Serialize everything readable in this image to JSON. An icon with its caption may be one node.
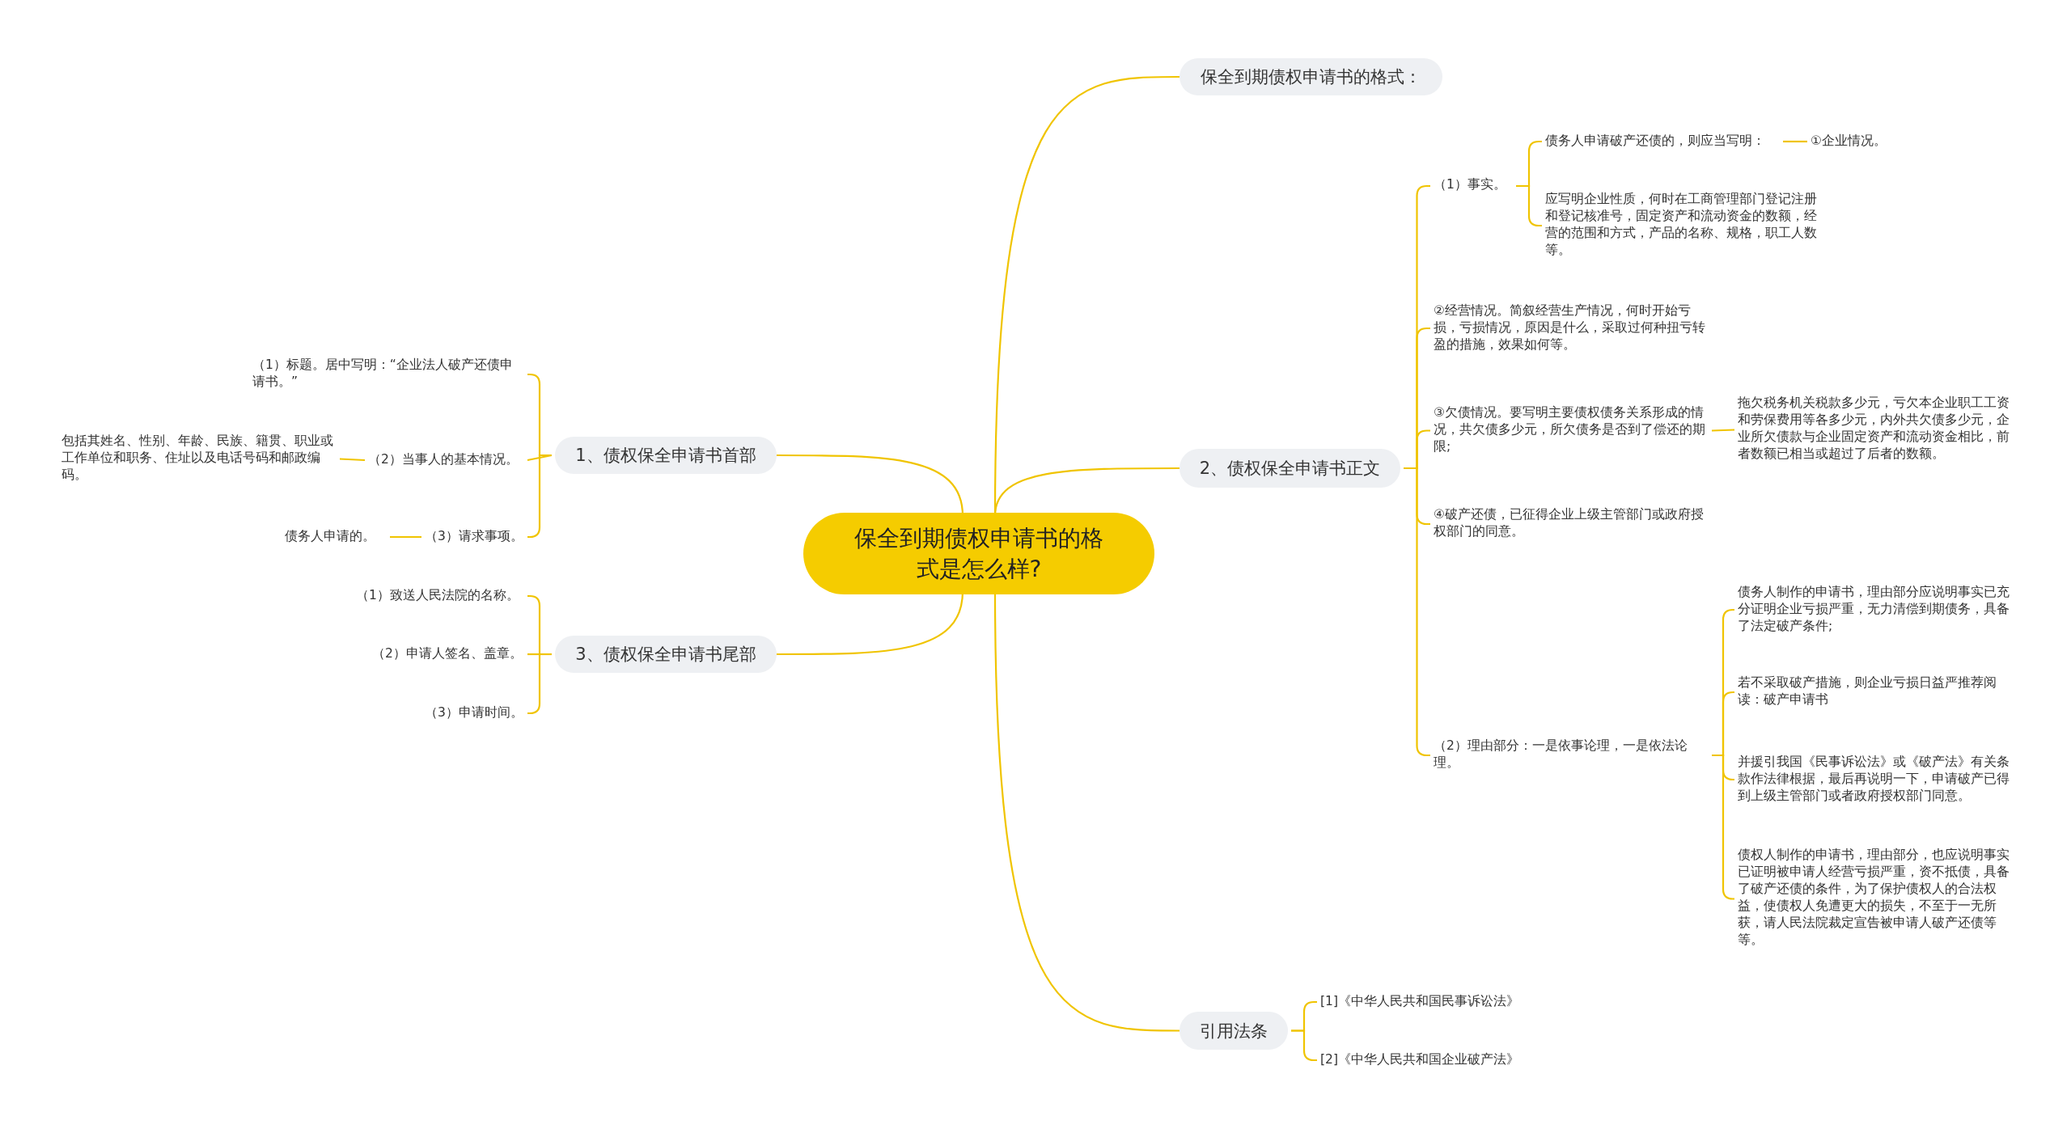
{
  "diagram": {
    "nodes": [
      {
        "text": [
          "保全到期债权申请书的格式是怎么样?"
        ]
      },
      {
        "text": [
          "保全到期债权申请书的格式："
        ]
      },
      {
        "text": [
          "2、债权保全申请书正文"
        ]
      },
      {
        "text": [
          "（1）事实。"
        ]
      },
      {
        "text": [
          "债务人申请破产还债的，则应当写明："
        ]
      },
      {
        "text": [
          "①企业情况。"
        ]
      },
      {
        "text": [
          "应写明企业性质，何时在工商管理部门登记注册和登记核准号，固定资产和流动资金的数额，经营的范围和方式，产品的名称、规格，职工人数等。"
        ]
      },
      {
        "text": [
          "②经营情况。简叙经营生产情况，何时开始亏损，亏损情况，原因是什么，采取过何种扭亏转盈的措施，效果如何等。"
        ]
      },
      {
        "text": [
          "③欠债情况。要写明主要债权债务关系形成的情况，共欠债多少元，所欠债务是否到了偿还的期限;"
        ]
      },
      {
        "text": [
          "拖欠税务机关税款多少元，亏欠本企业职工工资和劳保费用等各多少元，内外共欠债多少元，企业所欠债款与企业固定资产和流动资金相比，前者数额已相当或超过了后者的数额。"
        ]
      },
      {
        "text": [
          "④破产还债，已征得企业上级主管部门或政府授权部门的同意。"
        ]
      },
      {
        "text": [
          "（2）理由部分：一是依事论理，一是依法论理。"
        ]
      },
      {
        "text": [
          "债务人制作的申请书，理由部分应说明事实已充分证明企业亏损严重，无力清偿到期债务，具备了法定破产条件;"
        ]
      },
      {
        "text": [
          "若不采取破产措施，则企业亏损日益严推荐阅读：破产申请书"
        ]
      },
      {
        "text": [
          "并援引我国《民事诉讼法》或《破产法》有关条款作法律根据，最后再说明一下，申请破产已得到上级主管部门或者政府授权部门同意。"
        ]
      },
      {
        "text": [
          "债权人制作的申请书，理由部分，也应说明事实已证明被申请人经营亏损严重，资不抵债，具备了破产还债的条件，为了保护债权人的合法权益，使债权人免遭更大的损失，不至于一无所获，请人民法院裁定宣告被申请人破产还债等等。"
        ]
      },
      {
        "text": [
          "引用法条"
        ]
      },
      {
        "text": [
          "[1]《中华人民共和国民事诉讼法》"
        ]
      },
      {
        "text": [
          "[2]《中华人民共和国企业破产法》"
        ]
      },
      {
        "text": [
          "1、债权保全申请书首部"
        ]
      },
      {
        "text": [
          "（1）标题。居中写明：“企业法人破产还债申请书。”"
        ]
      },
      {
        "text": [
          "（2）当事人的基本情况。"
        ]
      },
      {
        "text": [
          "包括其姓名、性别、年龄、民族、籍贯、职业或工作单位和职务、住址以及电话号码和邮政编码。"
        ]
      },
      {
        "text": [
          "（3）请求事项。"
        ]
      },
      {
        "text": [
          "债务人申请的。"
        ]
      },
      {
        "text": [
          "3、债权保全申请书尾部"
        ]
      },
      {
        "text": [
          "（1）致送人民法院的名称。"
        ]
      },
      {
        "text": [
          "（2）申请人签名、盖章。"
        ]
      },
      {
        "text": [
          "（3）申请时间。"
        ]
      }
    ],
    "edges": [
      {
        "from": 0,
        "to": 1,
        "arrow": "none"
      },
      {
        "from": 0,
        "to": 2,
        "arrow": "none"
      },
      {
        "from": 2,
        "to": 3,
        "arrow": "none"
      },
      {
        "from": 3,
        "to": 4,
        "arrow": "none"
      },
      {
        "from": 4,
        "to": 5,
        "arrow": "none"
      },
      {
        "from": 3,
        "to": 6,
        "arrow": "none"
      },
      {
        "from": 2,
        "to": 7,
        "arrow": "none"
      },
      {
        "from": 2,
        "to": 8,
        "arrow": "none"
      },
      {
        "from": 8,
        "to": 9,
        "arrow": "none"
      },
      {
        "from": 2,
        "to": 10,
        "arrow": "none"
      },
      {
        "from": 2,
        "to": 11,
        "arrow": "none"
      },
      {
        "from": 11,
        "to": 12,
        "arrow": "none"
      },
      {
        "from": 11,
        "to": 13,
        "arrow": "none"
      },
      {
        "from": 11,
        "to": 14,
        "arrow": "none"
      },
      {
        "from": 11,
        "to": 15,
        "arrow": "none"
      },
      {
        "from": 0,
        "to": 16,
        "arrow": "none"
      },
      {
        "from": 16,
        "to": 17,
        "arrow": "none"
      },
      {
        "from": 16,
        "to": 18,
        "arrow": "none"
      },
      {
        "from": 0,
        "to": 19,
        "arrow": "none"
      },
      {
        "from": 19,
        "to": 20,
        "arrow": "none"
      },
      {
        "from": 19,
        "to": 21,
        "arrow": "none"
      },
      {
        "from": 21,
        "to": 22,
        "arrow": "none"
      },
      {
        "from": 19,
        "to": 23,
        "arrow": "none"
      },
      {
        "from": 23,
        "to": 24,
        "arrow": "none"
      },
      {
        "from": 0,
        "to": 25,
        "arrow": "none"
      },
      {
        "from": 25,
        "to": 26,
        "arrow": "none"
      },
      {
        "from": 25,
        "to": 27,
        "arrow": "none"
      },
      {
        "from": 25,
        "to": 28,
        "arrow": "none"
      }
    ]
  }
}
